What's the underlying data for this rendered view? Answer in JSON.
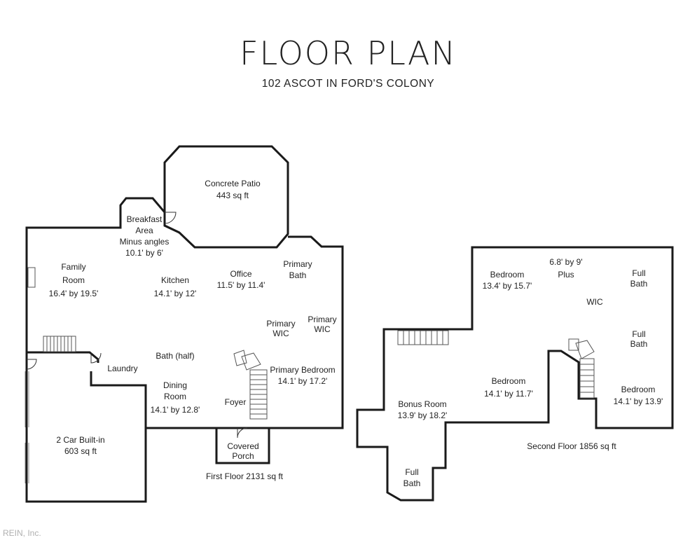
{
  "header": {
    "title": "FLOOR PLAN",
    "subtitle": "102 ASCOT IN FORD'S COLONY"
  },
  "first_floor": {
    "label": "First Floor 2131 sq ft",
    "rooms": {
      "patio": [
        "Concrete Patio",
        "443 sq ft"
      ],
      "breakfast": [
        "Breakfast",
        "Area",
        "Minus angles",
        "10.1' by 6'"
      ],
      "family": [
        "Family",
        "Room",
        "16.4' by 19.5'"
      ],
      "kitchen": [
        "Kitchen",
        "14.1' by 12'"
      ],
      "office": [
        "Office",
        "11.5' by 11.4'"
      ],
      "primary_bath": [
        "Primary",
        "Bath"
      ],
      "primary_wic_1": [
        "Primary",
        "WIC"
      ],
      "primary_wic_2": [
        "Primary",
        "WIC"
      ],
      "bath_half": [
        "Bath (half)"
      ],
      "laundry": [
        "Laundry"
      ],
      "primary_bedroom": [
        "Primary Bedroom",
        "14.1' by 17.2'"
      ],
      "dining": [
        "Dining",
        "Room",
        "14.1' by 12.8'"
      ],
      "foyer": [
        "Foyer"
      ],
      "garage": [
        "2 Car Built-in",
        "603 sq ft"
      ],
      "porch": [
        "Covered",
        "Porch"
      ]
    }
  },
  "second_floor": {
    "label": "Second Floor 1856 sq ft",
    "rooms": {
      "bedroom_1": [
        "Bedroom",
        "13.4' by 15.7'"
      ],
      "wic_dims": [
        "6.8' by 9'",
        "Plus"
      ],
      "wic": [
        "WIC"
      ],
      "full_bath_1": [
        "Full",
        "Bath"
      ],
      "full_bath_2": [
        "Full",
        "Bath"
      ],
      "bonus": [
        "Bonus Room",
        "13.9' by 18.2'"
      ],
      "bedroom_2": [
        "Bedroom",
        "14.1' by 11.7'"
      ],
      "bedroom_3": [
        "Bedroom",
        "14.1' by 13.9'"
      ],
      "full_bath_3": [
        "Full",
        "Bath"
      ]
    }
  },
  "watermark": "REIN, Inc."
}
